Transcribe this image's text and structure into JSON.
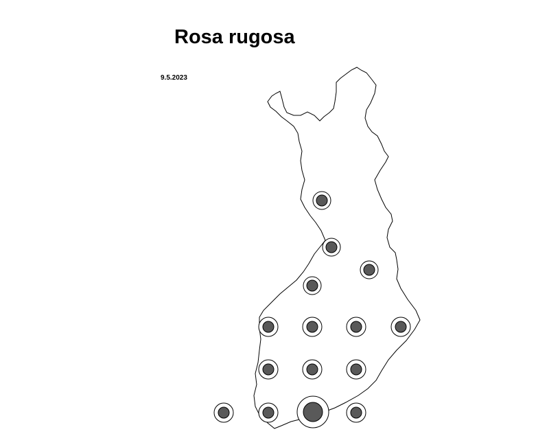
{
  "title": "Rosa rugosa",
  "date": "9.5.2023",
  "colors": {
    "outline": "#000000",
    "dot_fill": "#595959",
    "background": "#ffffff"
  },
  "markers": [
    {
      "cell": "north-1",
      "size": "small"
    },
    {
      "cell": "north-2",
      "size": "small"
    },
    {
      "cell": "east-1",
      "size": "small"
    },
    {
      "cell": "central-1",
      "size": "small"
    },
    {
      "cell": "row-a-1",
      "size": "small"
    },
    {
      "cell": "row-a-2",
      "size": "small"
    },
    {
      "cell": "row-a-3",
      "size": "small"
    },
    {
      "cell": "row-a-4",
      "size": "small"
    },
    {
      "cell": "row-b-1",
      "size": "small"
    },
    {
      "cell": "row-b-2",
      "size": "small"
    },
    {
      "cell": "row-b-3",
      "size": "small"
    },
    {
      "cell": "aland",
      "size": "small"
    },
    {
      "cell": "south-1",
      "size": "small"
    },
    {
      "cell": "south-2",
      "size": "large"
    },
    {
      "cell": "south-3",
      "size": "small"
    }
  ]
}
